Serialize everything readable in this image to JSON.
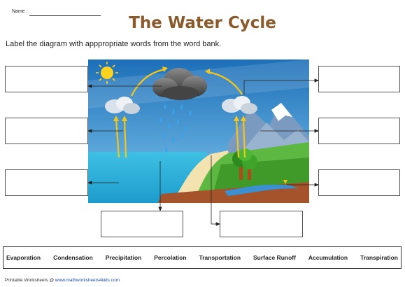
{
  "header": {
    "name_label": "Name :",
    "title": "The Water Cycle",
    "instructions": "Label the diagram with apppropriate words from the word bank."
  },
  "word_bank": [
    "Evaporation",
    "Condensation",
    "Precipitation",
    "Percolation",
    "Transportation",
    "Surface Runoff",
    "Accumulation",
    "Transpiration"
  ],
  "footer": {
    "prefix": "Printable Worksheets @ ",
    "site": "www.mathworksheets4kids.com"
  },
  "colors": {
    "title": "#8b5a2b",
    "sky": "#2f8fd0",
    "sea": "#2eb0d8",
    "arrow": "#f5c518"
  }
}
